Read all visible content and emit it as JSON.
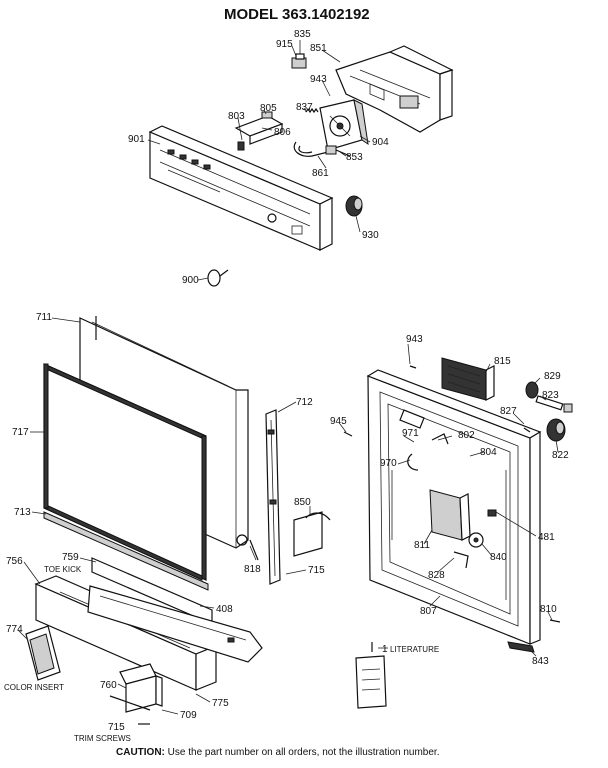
{
  "title": "MODEL 363.1402192",
  "caution": {
    "label": "CAUTION:",
    "text": " Use the part number on all orders, not the illustration number."
  },
  "parts": {
    "p835": "835",
    "p915": "915",
    "p851": "851",
    "p943a": "943",
    "p837": "837",
    "p805": "805",
    "p803": "803",
    "p806": "806",
    "p901": "901",
    "p904": "904",
    "p853": "853",
    "p861": "861",
    "p930": "930",
    "p900": "900",
    "p711": "711",
    "p717": "717",
    "p713": "713",
    "p712": "712",
    "p818": "818",
    "p850": "850",
    "p715a": "715",
    "p759": "759",
    "p756": "756",
    "p408": "408",
    "p774": "774",
    "p760": "760",
    "p775": "775",
    "p709": "709",
    "p715b": "715",
    "p943b": "943",
    "p815": "815",
    "p829": "829",
    "p823": "823",
    "p827": "827",
    "p945": "945",
    "p971": "971",
    "p802": "802",
    "p804": "804",
    "p822": "822",
    "p970": "970",
    "p481": "481",
    "p811": "811",
    "p840": "840",
    "p828": "828",
    "p807": "807",
    "p810": "810",
    "p843": "843",
    "p1": "1"
  },
  "notes": {
    "toe_kick": "TOE KICK",
    "color_insert": "COLOR INSERT",
    "trim_screws": "TRIM SCREWS",
    "literature": "LITERATURE"
  }
}
